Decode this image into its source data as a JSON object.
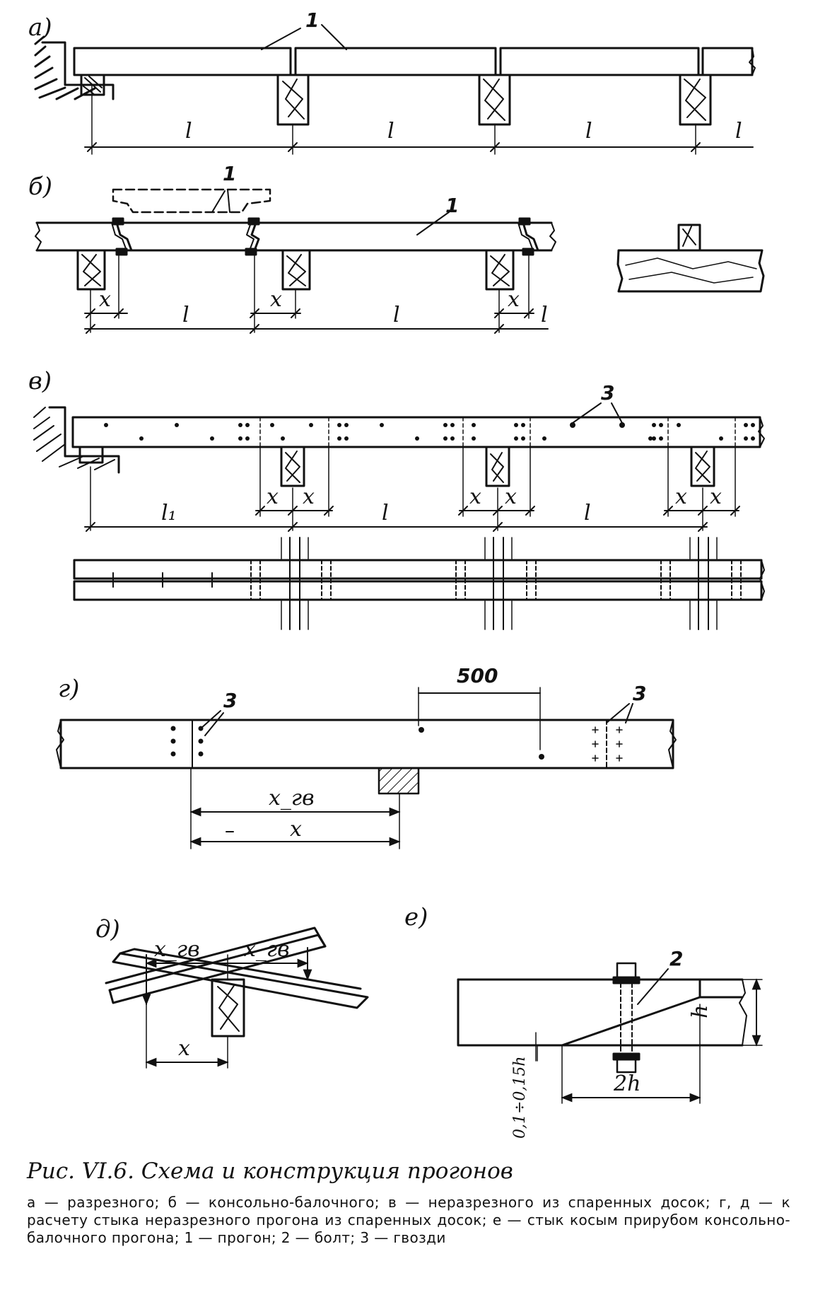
{
  "figure": {
    "panels": {
      "a": "а)",
      "b": "б)",
      "v": "в)",
      "g": "г)",
      "d": "д)",
      "e": "е)"
    },
    "callouts": {
      "purlin": "1",
      "bolt": "2",
      "nails": "3"
    },
    "dims": {
      "span": "l",
      "span_first": "l₁",
      "cantilever": "x",
      "nail_group": "x_гв",
      "spacing": "500",
      "height": "h",
      "two_h": "2h",
      "slope": "0,1÷0,15h"
    }
  },
  "caption": {
    "title": "Рис. VI.6. Схема и конструкция прогонов",
    "legend": "а — разрезного; б — консольно-балочного; в — неразрезного из спаренных досок; г, д — к расчету стыка неразрезного прогона из спаренных досок; е — стык косым прирубом консольно-балочного прогона; 1 — прогон; 2 — болт; 3 — гвозди"
  }
}
